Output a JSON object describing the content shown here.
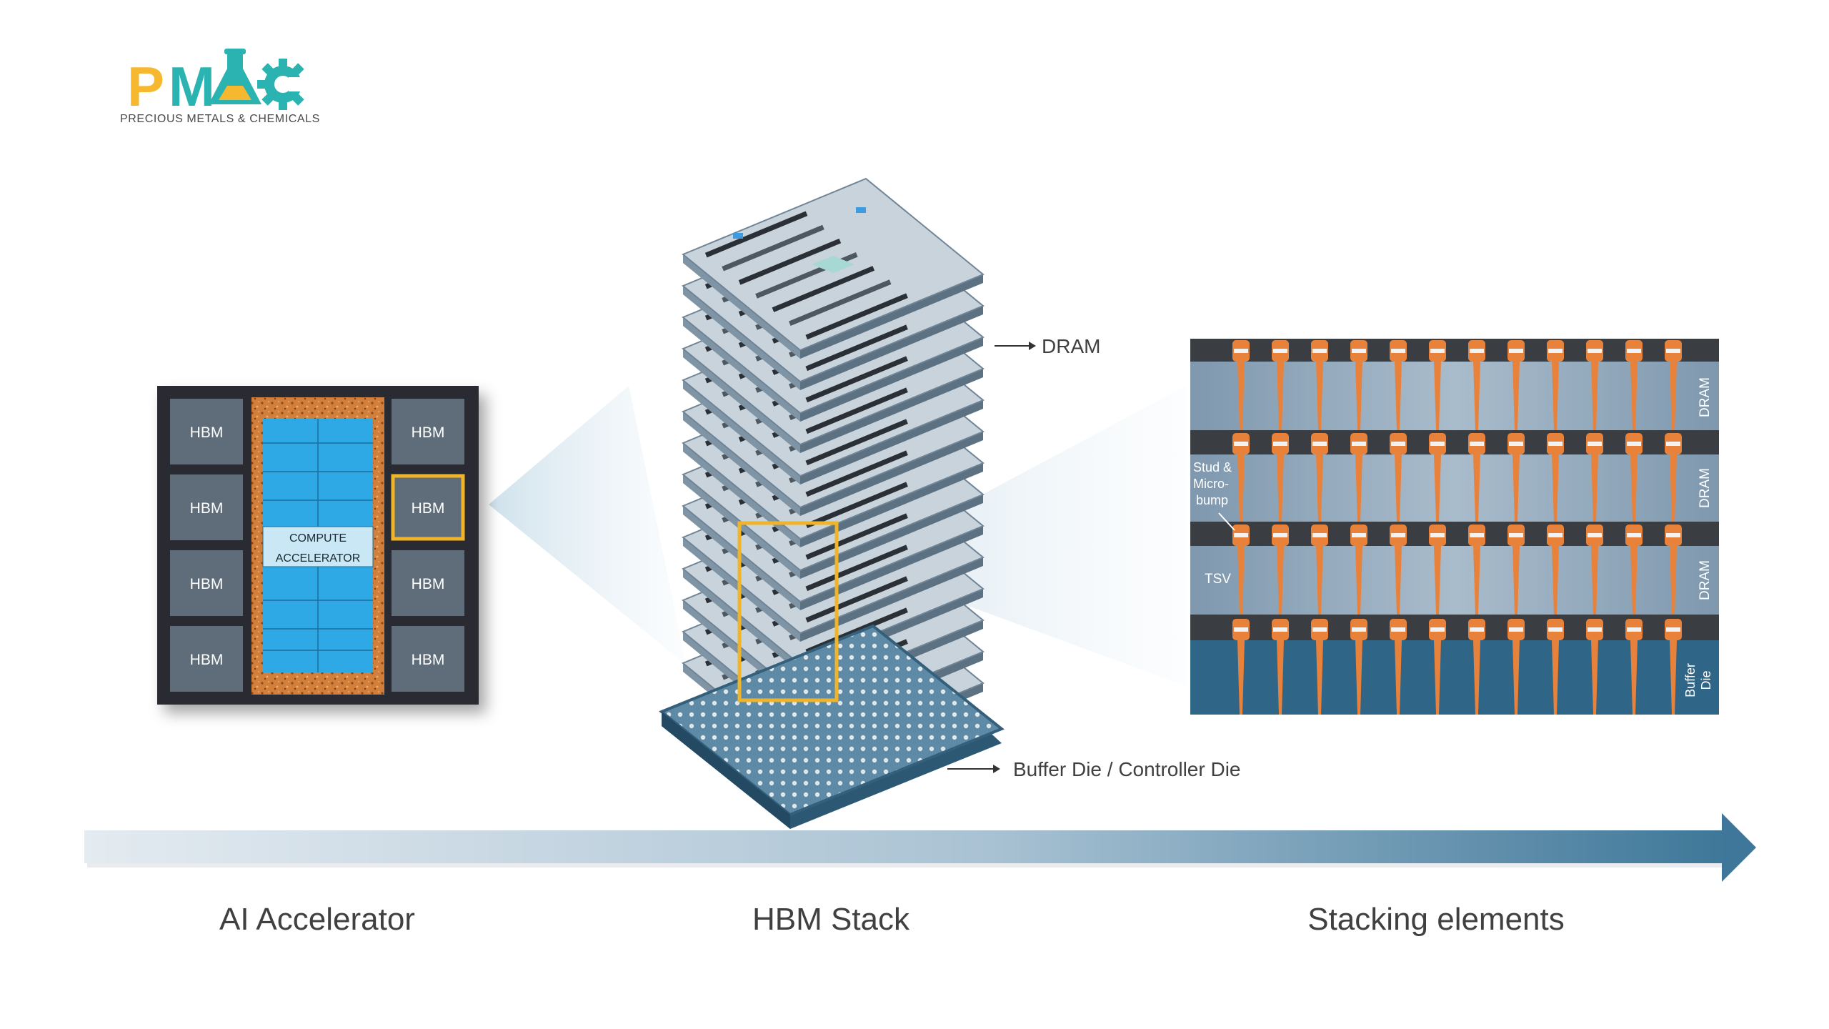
{
  "logo": {
    "wordmark": "PMAC",
    "tagline": "PRECIOUS METALS & CHEMICALS",
    "colors": {
      "p": "#F5B82E",
      "m": "#2BB3B1",
      "a": "#2BB3B1",
      "c": "#2BB3B1",
      "tagline": "#4a4a4a"
    }
  },
  "accelerator": {
    "hbm_label": "HBM",
    "compute_label_line1": "COMPUTE",
    "compute_label_line2": "ACCELERATOR",
    "highlight_color": "#F0B429"
  },
  "stack": {
    "dram_label": "DRAM",
    "buffer_label": "Buffer Die / Controller Die",
    "highlight_color": "#F0B429"
  },
  "stacking": {
    "layer_labels": [
      "DRAM",
      "DRAM",
      "DRAM"
    ],
    "buffer_label_line1": "Buffer",
    "buffer_label_line2": "Die",
    "stud_label_lines": [
      "Stud &",
      "Micro-",
      "bump"
    ],
    "tsv_label": "TSV",
    "colors": {
      "dram": "#8fa6bb",
      "buffer": "#2f6587",
      "bump": "#e8823a",
      "dark_band": "#3a3d42"
    }
  },
  "captions": {
    "accelerator": "AI Accelerator",
    "stack": "HBM Stack",
    "stacking": "Stacking elements"
  },
  "arrow": {
    "start_color": "#dfe7ee",
    "end_color": "#3e7799"
  }
}
